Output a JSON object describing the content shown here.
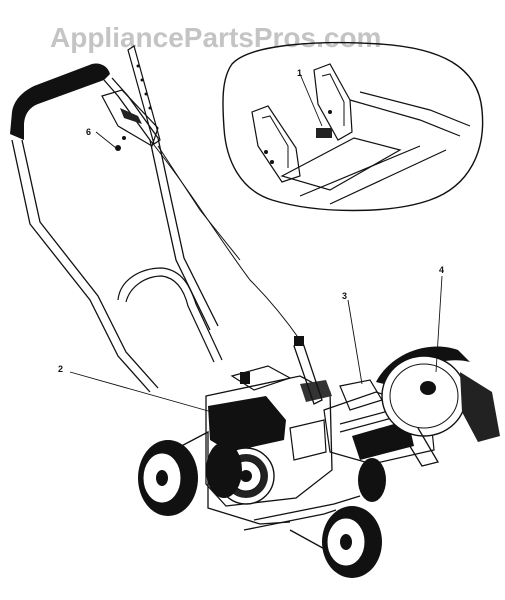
{
  "watermark": "AppliancePartsPros.com",
  "callouts": {
    "c1": "1",
    "c2": "2",
    "c3": "3",
    "c4": "4",
    "c6": "6"
  }
}
